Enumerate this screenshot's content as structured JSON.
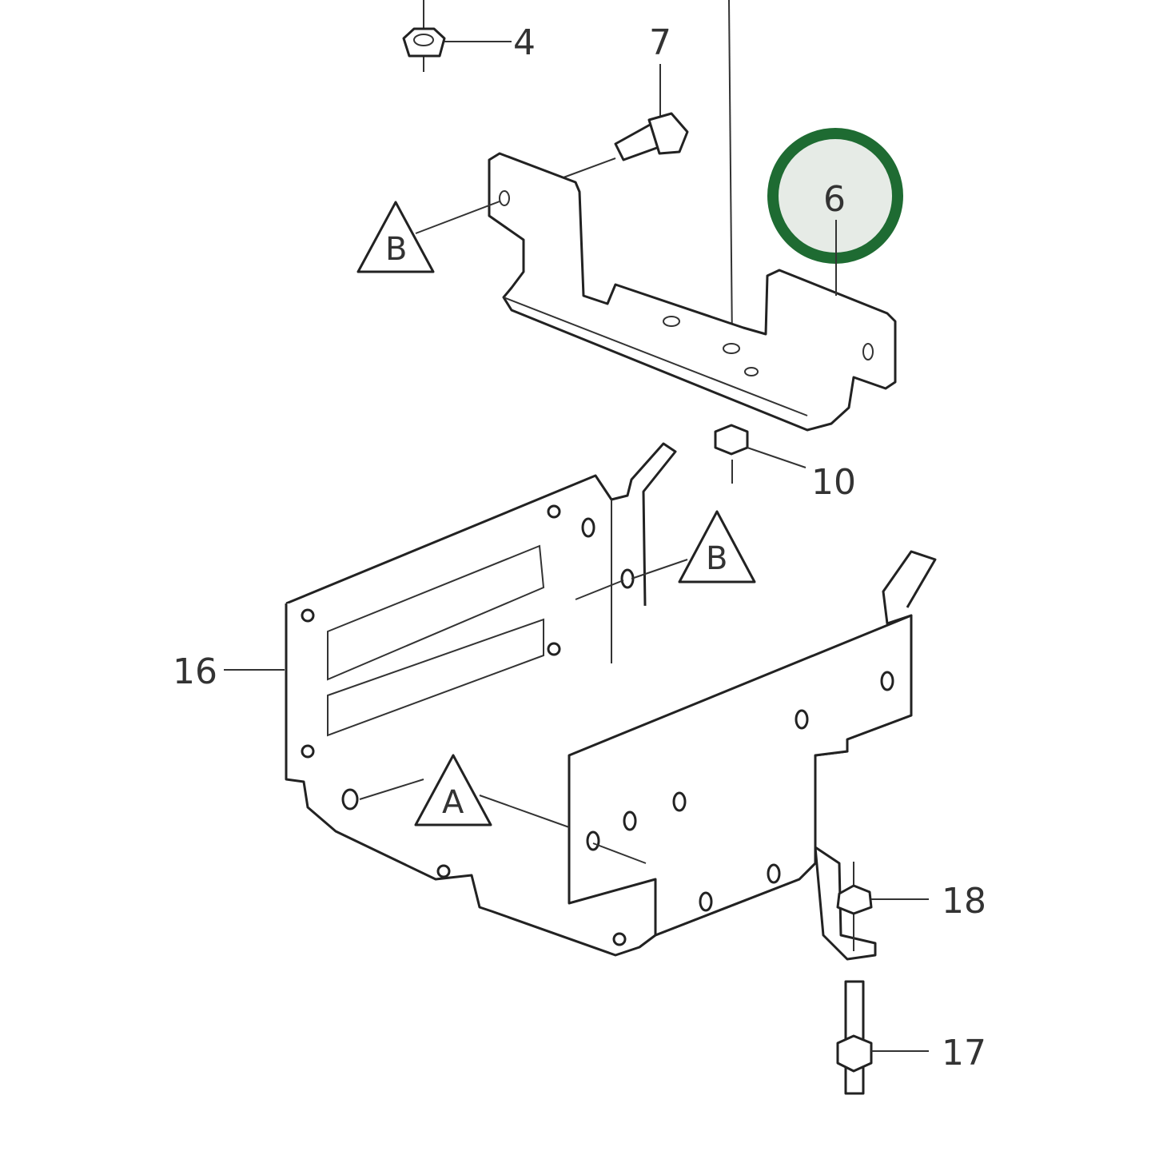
{
  "diagram": {
    "callouts": [
      {
        "id": "4",
        "label": "4"
      },
      {
        "id": "7",
        "label": "7"
      },
      {
        "id": "6",
        "label": "6",
        "highlighted": true
      },
      {
        "id": "10",
        "label": "10"
      },
      {
        "id": "16",
        "label": "16"
      },
      {
        "id": "18",
        "label": "18"
      },
      {
        "id": "17",
        "label": "17"
      }
    ],
    "reference_markers": [
      {
        "id": "B-upper",
        "label": "B"
      },
      {
        "id": "B-lower",
        "label": "B"
      },
      {
        "id": "A",
        "label": "A"
      }
    ],
    "colors": {
      "highlight_ring": "#1e6b32",
      "highlight_fill": "#e6ebe6",
      "line": "#222222"
    }
  }
}
